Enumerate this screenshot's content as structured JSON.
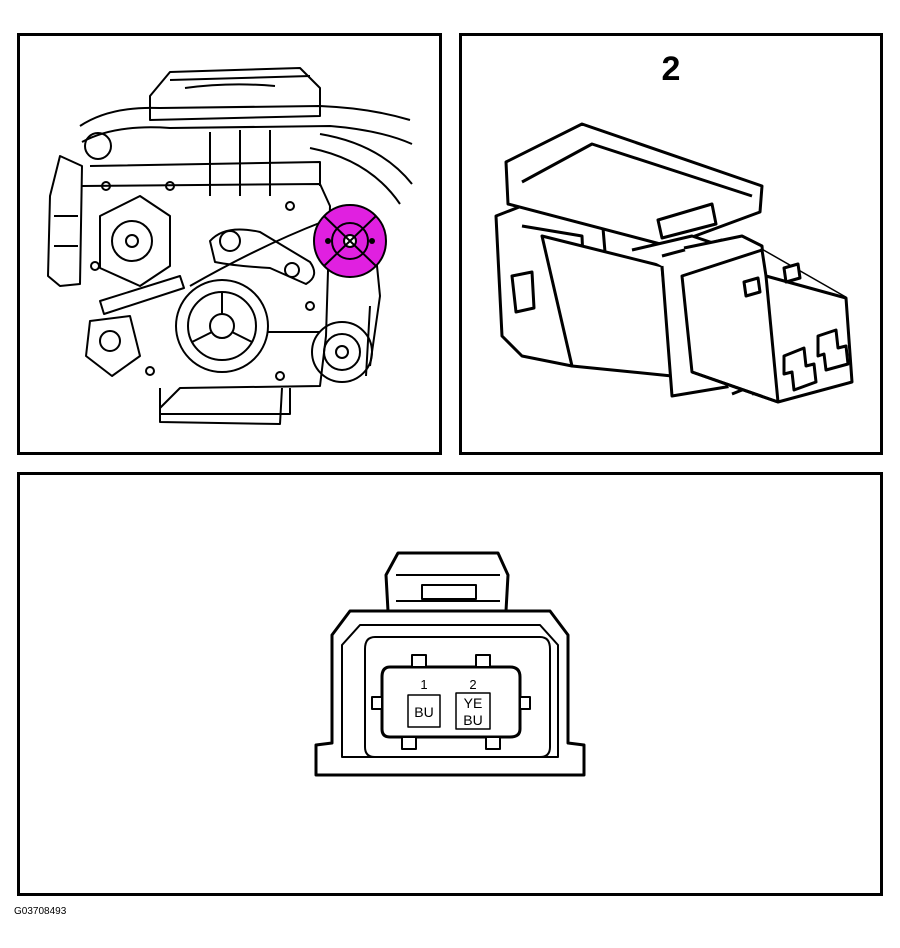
{
  "callout_number": "2",
  "highlight_color": "#e020e0",
  "connector_face": {
    "pins": [
      {
        "number": "1",
        "wire_color": [
          "BU"
        ]
      },
      {
        "number": "2",
        "wire_color": [
          "YE",
          "BU"
        ]
      }
    ]
  },
  "figure_id": "G03708493"
}
